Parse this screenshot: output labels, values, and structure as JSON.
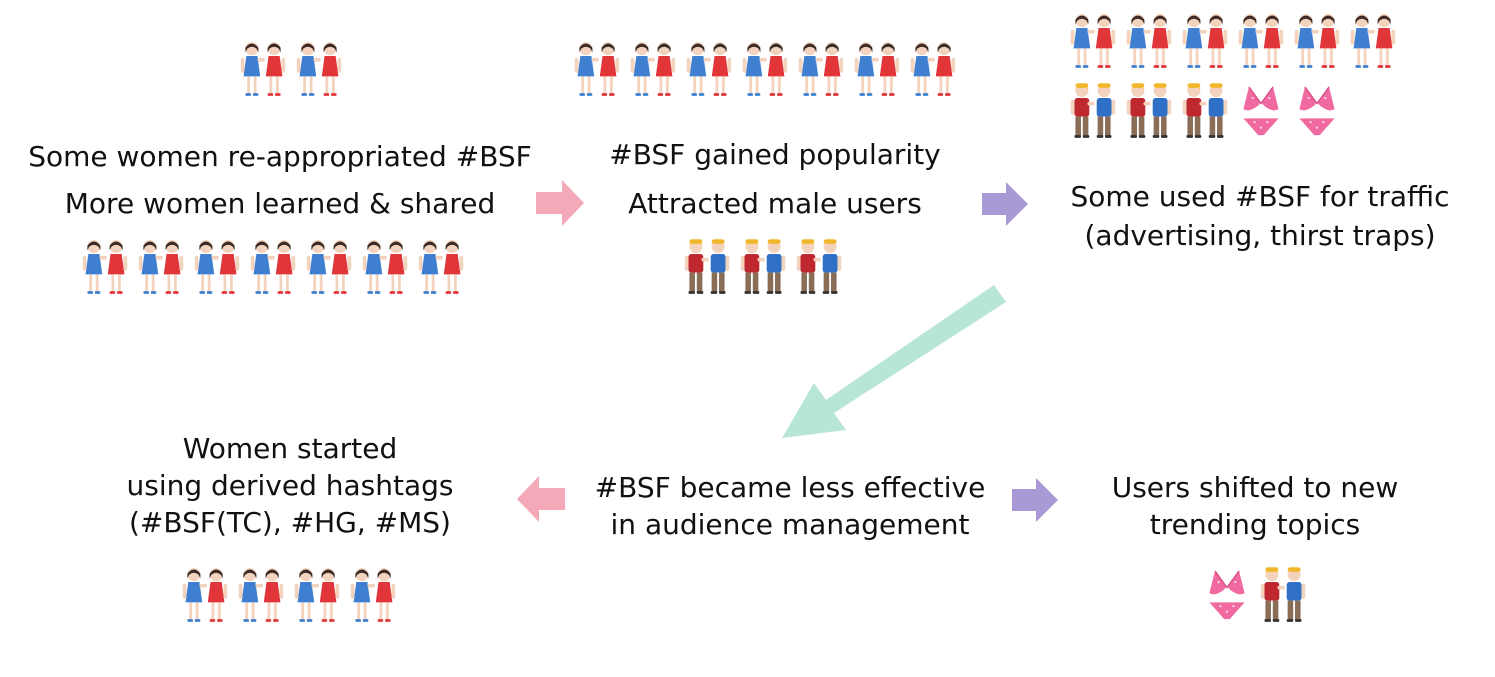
{
  "colors": {
    "women_blue": "#3f7fd0",
    "women_red": "#e0363a",
    "man_red_shirt": "#c0282f",
    "man_blue_shirt": "#2f6fc5",
    "man_pants": "#8a6d57",
    "skin": "#f3d3bd",
    "hair_women": "#3a2a26",
    "hair_men": "#f0b82a",
    "bikini": "#f06aa0",
    "arrow_pink": "#f4a9b8",
    "arrow_purple": "#a99ad6",
    "arrow_mint": "#b7e6d6"
  },
  "nodes": {
    "n1": {
      "line1": "Some women re-appropriated #BSF",
      "line2": "More women learned & shared"
    },
    "n2": {
      "line1": "#BSF gained popularity",
      "line2": "Attracted male users"
    },
    "n3": {
      "line1": "Some used #BSF for traffic",
      "line2": "(advertising, thirst traps)"
    },
    "n4": {
      "line1": "#BSF became less effective",
      "line2": "in audience management"
    },
    "n5": {
      "line1": "Women started",
      "line2": "using derived hashtags",
      "line3": "(#BSF(TC), #HG, #MS)"
    },
    "n6": {
      "line1": "Users shifted to new",
      "line2": "trending topics"
    }
  },
  "icons": {
    "women_pair": "two-women-holding-hands-icon",
    "men_pair": "two-men-holding-hands-icon",
    "bikini": "bikini-icon"
  }
}
